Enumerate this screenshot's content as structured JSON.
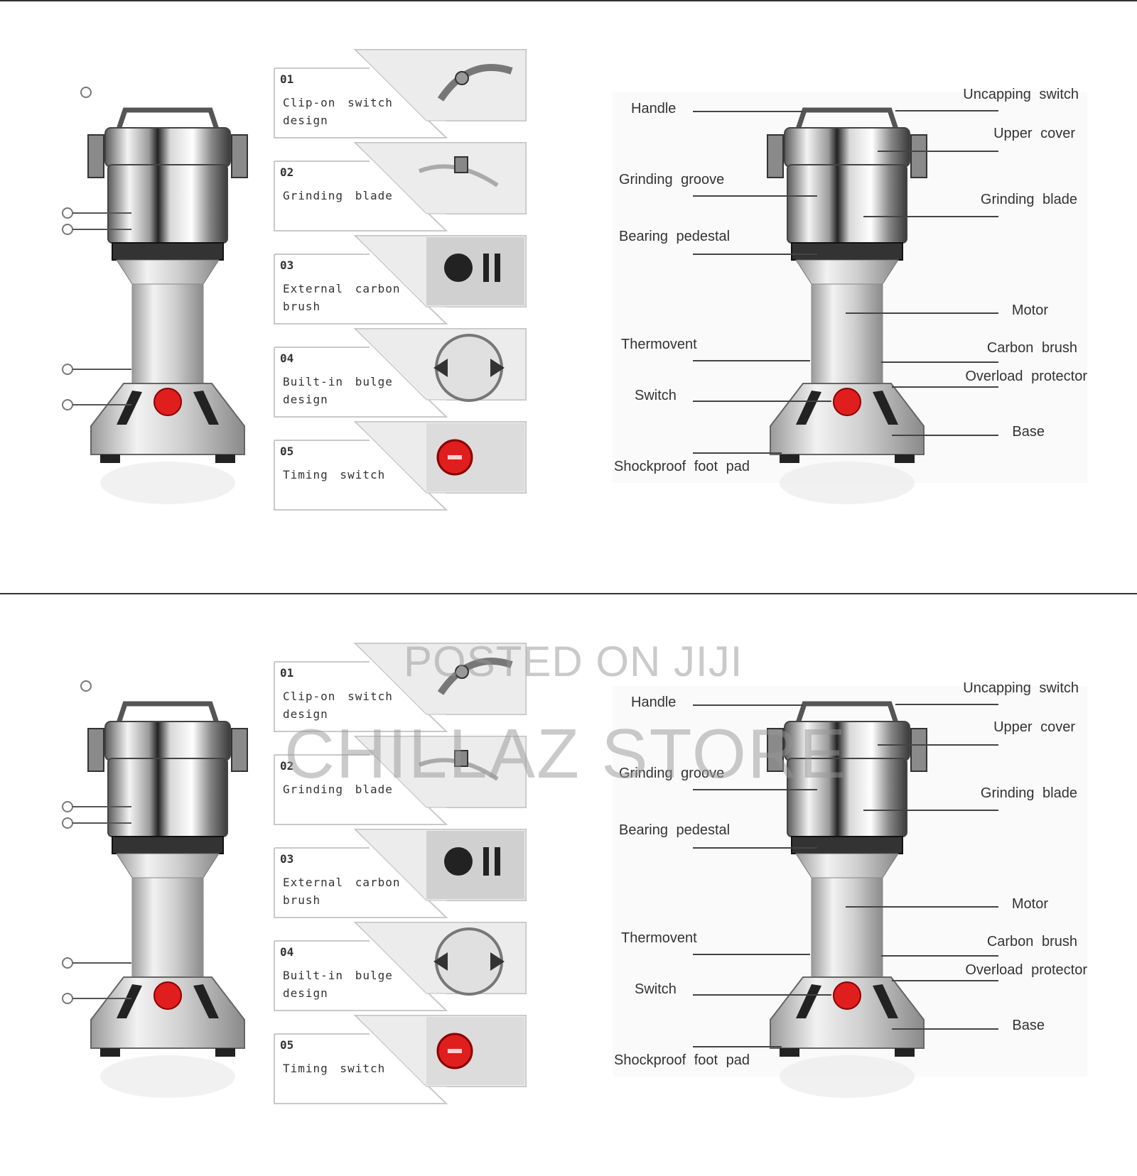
{
  "watermark": {
    "line1": "POSTED ON JIJI",
    "line2": "CHILLAZ STORE"
  },
  "features": [
    {
      "num": "01",
      "text": "Clip-on switch\ndesign",
      "icon": "clip-switch-closeup"
    },
    {
      "num": "02",
      "text": "Grinding blade",
      "icon": "blade-closeup"
    },
    {
      "num": "03",
      "text": "External carbon\nbrush",
      "icon": "carbon-brush-closeup"
    },
    {
      "num": "04",
      "text": "Built-in bulge\ndesign",
      "icon": "bulge-closeup"
    },
    {
      "num": "05",
      "text": "Timing switch",
      "icon": "timing-switch-closeup"
    }
  ],
  "labels_left": [
    "Handle",
    "Grinding groove",
    "Bearing pedestal",
    "Thermovent",
    "Switch",
    "Shockproof foot pad"
  ],
  "labels_right": [
    "Uncapping switch",
    "Upper cover",
    "Grinding blade",
    "Motor",
    "Carbon brush",
    "Overload protector",
    "Base"
  ],
  "colors": {
    "accent_red": "#e01e1e",
    "steel": "#c8c8c8",
    "text": "#333333"
  }
}
